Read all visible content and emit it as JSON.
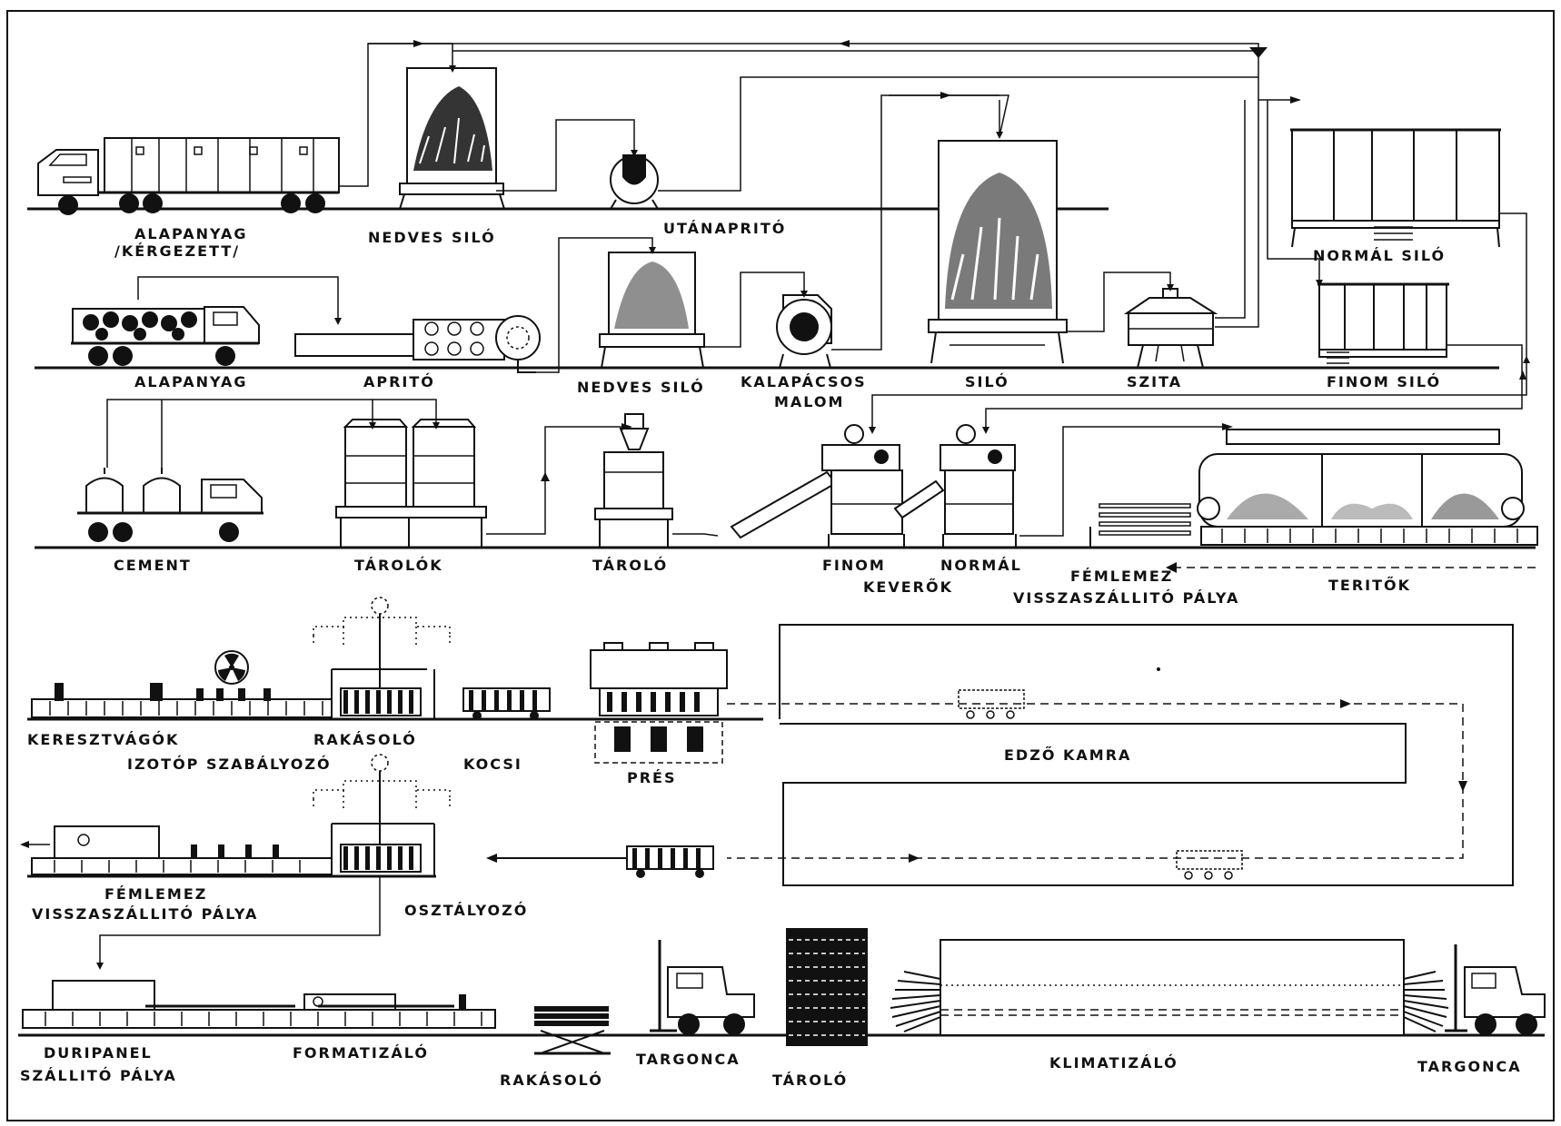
{
  "labels": {
    "alapanyag_kergezett_1": "ALAPANYAG",
    "alapanyag_kergezett_2": "/KÉRGEZETT/",
    "nedves_silo_1": "NEDVES SILÓ",
    "utanaprito": "UTÁNAPRITÓ",
    "normal_silo": "NORMÁL SILÓ",
    "alapanyag": "ALAPANYAG",
    "aprito": "APRITÓ",
    "nedves_silo_2": "NEDVES SILÓ",
    "kalapacsos_malom_1": "KALAPÁCSOS",
    "kalapacsos_malom_2": "MALOM",
    "silo": "SILÓ",
    "szita": "SZITA",
    "finom_silo": "FINOM SILÓ",
    "cement": "CEMENT",
    "tarolok": "TÁROLÓK",
    "tarolo_1": "TÁROLÓ",
    "finom": "FINOM",
    "normal": "NORMÁL",
    "keverok": "KEVERŐK",
    "femlemez_1a": "FÉMLEMEZ",
    "femlemez_1b": "VISSZASZÁLLITÓ PÁLYA",
    "teritok": "TERITŐK",
    "keresztvagok": "KERESZTVÁGÓK",
    "rakasolo_1": "RAKÁSOLÓ",
    "izotop": "IZOTÓP SZABÁLYOZÓ",
    "kocsi": "KOCSI",
    "pres": "PRÉS",
    "edzo_kamra": "EDZŐ KAMRA",
    "femlemez_2a": "FÉMLEMEZ",
    "femlemez_2b": "VISSZASZÁLLITÓ PÁLYA",
    "osztalyozo": "OSZTÁLYOZÓ",
    "duripanel_1": "DURIPANEL",
    "duripanel_2": "SZÁLLITÓ PÁLYA",
    "formatizalo": "FORMATIZÁLÓ",
    "rakasolo_2": "RAKÁSOLÓ",
    "targonca_1": "TARGONCA",
    "tarolo_2": "TÁROLÓ",
    "klimatizalo": "KLIMATIZÁLÓ",
    "targonca_2": "TARGONCA"
  },
  "icons": {
    "isotope": "radiation-icon"
  }
}
